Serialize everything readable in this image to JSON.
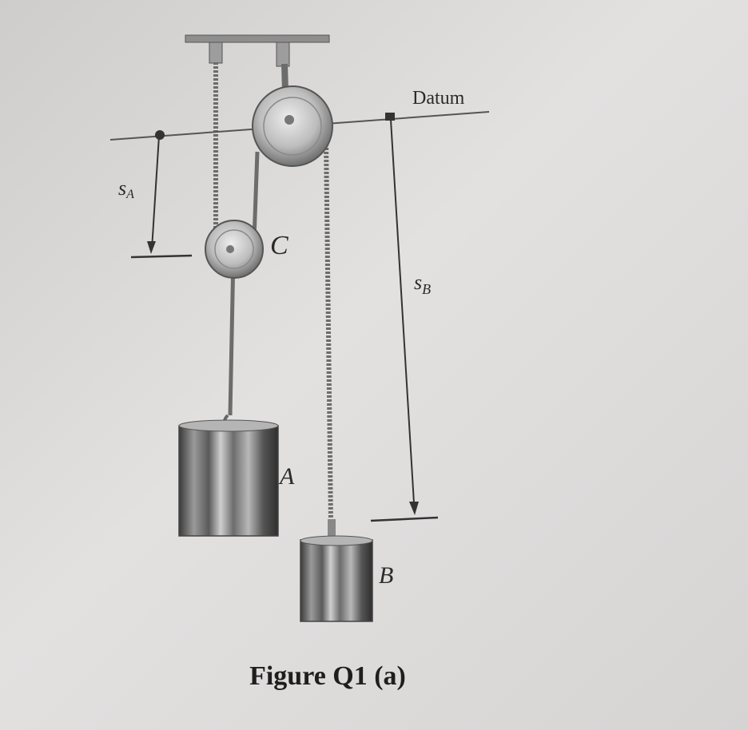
{
  "figure": {
    "caption": "Figure Q1 (a)",
    "labels": {
      "datum": "Datum",
      "s_a_main": "s",
      "s_a_sub": "A",
      "s_b_main": "s",
      "s_b_sub": "B",
      "pulley_c": "C",
      "block_a": "A",
      "block_b": "B"
    }
  }
}
